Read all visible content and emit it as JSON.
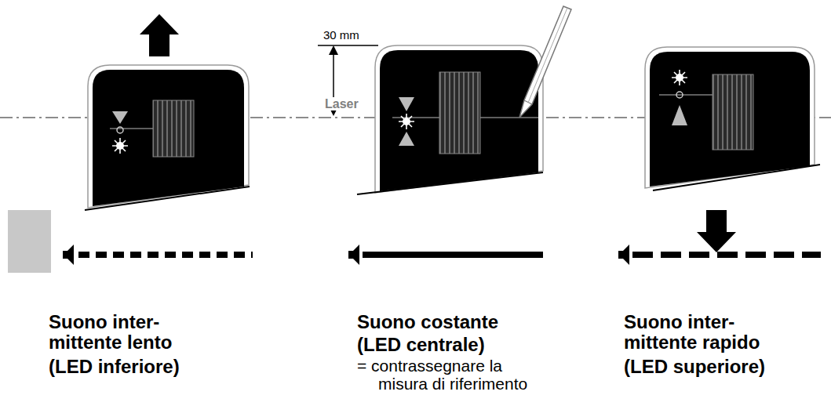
{
  "diagram": {
    "labels": [
      "30 mm",
      "Laser",
      "Suono inter- mittente lento",
      "(LED inferiore)",
      "Suono costante",
      "(LED centrale)",
      "= contrassegnare la misura di riferimento",
      "Suono inter- mittente rapido",
      "(LED superiore)"
    ]
  }
}
